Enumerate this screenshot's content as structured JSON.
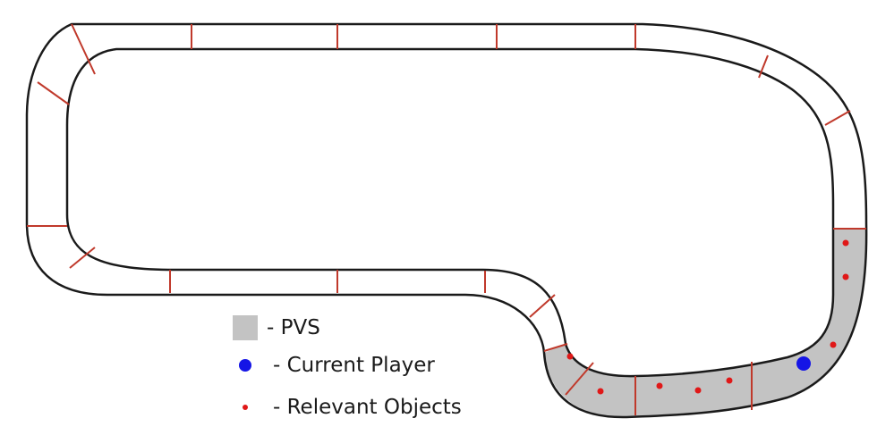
{
  "diagram": {
    "track_outline_color": "#1a1a1a",
    "divider_color": "#c0392b",
    "pvs_fill": "#c3c3c3",
    "player_color": "#1515e6",
    "object_color": "#e01818"
  },
  "legend": {
    "pvs": {
      "label": "- PVS",
      "color": "#c3c3c3"
    },
    "player": {
      "label": "- Current Player",
      "color": "#1515e6"
    },
    "objects": {
      "label": "- Relevant Objects",
      "color": "#e01818"
    }
  }
}
